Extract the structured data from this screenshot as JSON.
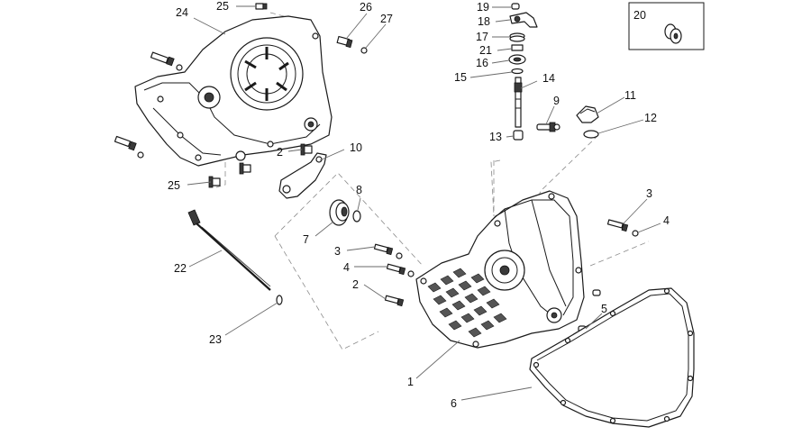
{
  "callouts": [
    {
      "id": "c1",
      "text": "1"
    },
    {
      "id": "c2a",
      "text": "2"
    },
    {
      "id": "c2b",
      "text": "2"
    },
    {
      "id": "c3a",
      "text": "3"
    },
    {
      "id": "c3b",
      "text": "3"
    },
    {
      "id": "c4a",
      "text": "4"
    },
    {
      "id": "c4b",
      "text": "4"
    },
    {
      "id": "c5",
      "text": "5"
    },
    {
      "id": "c6",
      "text": "6"
    },
    {
      "id": "c7",
      "text": "7"
    },
    {
      "id": "c8",
      "text": "8"
    },
    {
      "id": "c9",
      "text": "9"
    },
    {
      "id": "c10",
      "text": "10"
    },
    {
      "id": "c11",
      "text": "11"
    },
    {
      "id": "c12",
      "text": "12"
    },
    {
      "id": "c13",
      "text": "13"
    },
    {
      "id": "c14",
      "text": "14"
    },
    {
      "id": "c15",
      "text": "15"
    },
    {
      "id": "c16",
      "text": "16"
    },
    {
      "id": "c17",
      "text": "17"
    },
    {
      "id": "c18",
      "text": "18"
    },
    {
      "id": "c19",
      "text": "19"
    },
    {
      "id": "c20",
      "text": "20"
    },
    {
      "id": "c21",
      "text": "21"
    },
    {
      "id": "c22",
      "text": "22"
    },
    {
      "id": "c23",
      "text": "23"
    },
    {
      "id": "c24",
      "text": "24"
    },
    {
      "id": "c25a",
      "text": "25"
    },
    {
      "id": "c25b",
      "text": "25"
    },
    {
      "id": "c26",
      "text": "26"
    },
    {
      "id": "c27",
      "text": "27"
    }
  ]
}
